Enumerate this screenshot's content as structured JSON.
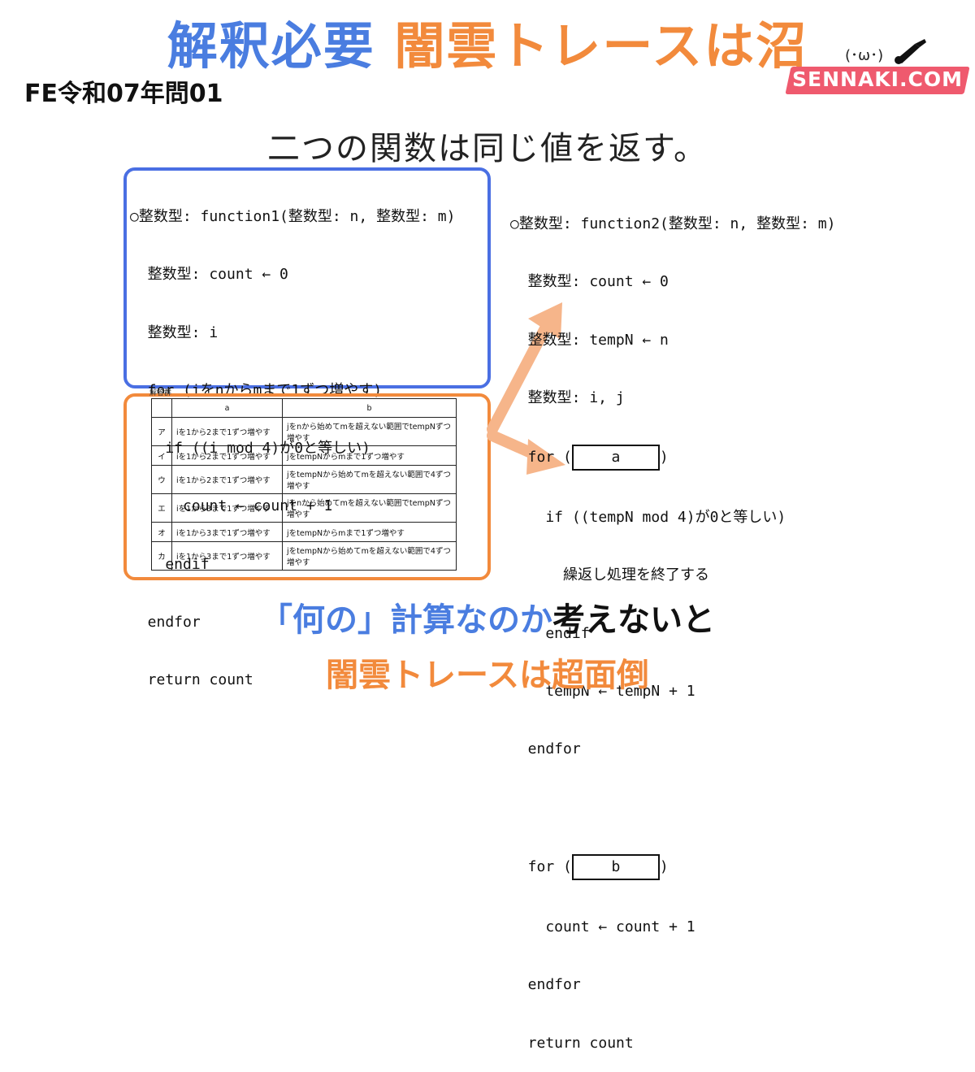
{
  "header": {
    "title_part1": "解釈必要",
    "title_part2": "闇雲トレースは沼",
    "subtitle": "FE令和07年問01"
  },
  "logo": {
    "face": "(･ω･)",
    "text": "SENNAKI.COM",
    "band_color": "#ef5a6e"
  },
  "heading": "二つの関数は同じ値を返す。",
  "function1": {
    "lines": [
      "○整数型: function1(整数型: n, 整数型: m)",
      "  整数型: count ← 0",
      "  整数型: i",
      "  for (iをnからmまで1ずつ増やす)",
      "    if ((i mod 4)が0と等しい)",
      "      count ← count + 1",
      "    endif",
      "  endfor",
      "  return count"
    ]
  },
  "function2": {
    "lines_top": [
      "○整数型: function2(整数型: n, 整数型: m)",
      "  整数型: count ← 0",
      "  整数型: tempN ← n",
      "  整数型: i, j"
    ],
    "for_a_prefix": "  for (",
    "blank_a": "a",
    "for_a_suffix": ")",
    "lines_mid": [
      "    if ((tempN mod 4)が0と等しい)",
      "      繰返し処理を終了する",
      "    endif",
      "    tempN ← tempN + 1",
      "  endfor",
      ""
    ],
    "for_b_prefix": "  for (",
    "blank_b": "b",
    "for_b_suffix": ")",
    "lines_bottom": [
      "    count ← count + 1",
      "  endfor",
      "  return count"
    ]
  },
  "answers": {
    "label": "解答群",
    "headers": [
      "",
      "a",
      "b"
    ],
    "rows": [
      {
        "key": "ア",
        "a": "iを1から2まで1ずつ増やす",
        "b": "jをnから始めてmを超えない範囲でtempNずつ増やす"
      },
      {
        "key": "イ",
        "a": "iを1から2まで1ずつ増やす",
        "b": "jをtempNからmまで1ずつ増やす"
      },
      {
        "key": "ウ",
        "a": "iを1から2まで1ずつ増やす",
        "b": "jをtempNから始めてmを超えない範囲で4ずつ増やす"
      },
      {
        "key": "エ",
        "a": "iを1から3まで1ずつ増やす",
        "b": "jをnから始めてmを超えない範囲でtempNずつ増やす"
      },
      {
        "key": "オ",
        "a": "iを1から3まで1ずつ増やす",
        "b": "jをtempNからmまで1ずつ増やす"
      },
      {
        "key": "カ",
        "a": "iを1から3まで1ずつ増やす",
        "b": "jをtempNから始めてmを超えない範囲で4ずつ増やす"
      }
    ]
  },
  "footer": {
    "line1_blue": "「何の」計算なのか",
    "line1_black": "考えないと",
    "line2": "闇雲トレースは超面倒"
  },
  "colors": {
    "blue": "#4a7de0",
    "orange": "#f28a3c",
    "arrow": "#f6b58a"
  }
}
